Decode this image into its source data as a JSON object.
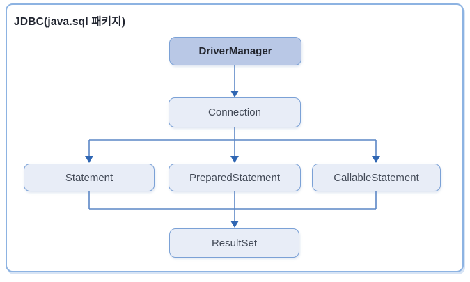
{
  "diagram": {
    "title": "JDBC(java.sql 패키지)",
    "type": "hierarchy-flow",
    "nodes": {
      "driver_manager": {
        "label": "DriverManager",
        "emphasis": true
      },
      "connection": {
        "label": "Connection"
      },
      "statement": {
        "label": "Statement"
      },
      "prepared_statement": {
        "label": "PreparedStatement"
      },
      "callable_statement": {
        "label": "CallableStatement"
      },
      "result_set": {
        "label": "ResultSet"
      }
    },
    "edges": [
      {
        "from": "DriverManager",
        "to": "Connection"
      },
      {
        "from": "Connection",
        "to": "Statement"
      },
      {
        "from": "Connection",
        "to": "PreparedStatement"
      },
      {
        "from": "Connection",
        "to": "CallableStatement"
      },
      {
        "from": "Statement",
        "to": "ResultSet"
      },
      {
        "from": "PreparedStatement",
        "to": "ResultSet"
      },
      {
        "from": "CallableStatement",
        "to": "ResultSet"
      }
    ],
    "colors": {
      "outer_border": "#8db3e2",
      "node_border": "#7ba1d6",
      "node_fill_light": "#e8edf7",
      "node_fill_emphasis": "#b9c8e6",
      "node_text": "#434a57",
      "node_text_emphasis": "#22252e",
      "connector_line": "#5b87c6",
      "arrowhead": "#2f66b3",
      "title_text": "#20242f"
    }
  }
}
